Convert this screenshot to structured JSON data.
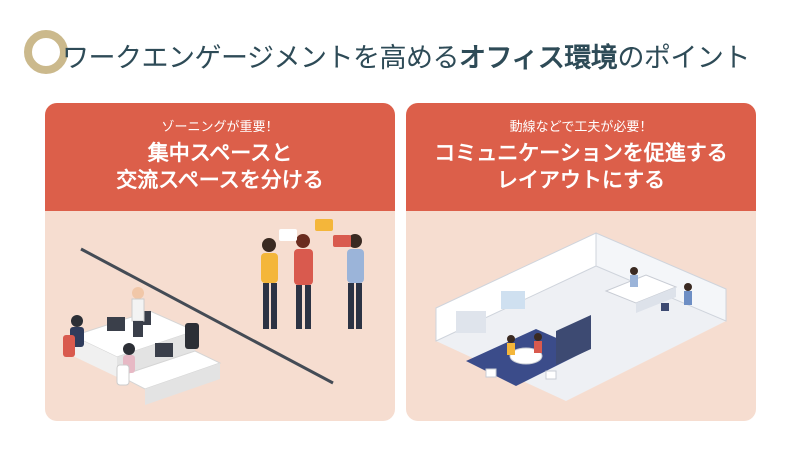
{
  "header": {
    "title_light": "ワークエンゲージメントを高める",
    "title_bold": "オフィス環境",
    "title_tail": "のポイント"
  },
  "cards": [
    {
      "subtitle": "ゾーニングが重要！",
      "line1": "集中スペースと",
      "line2": "交流スペースを分ける"
    },
    {
      "subtitle": "動線などで工夫が必要！",
      "line1": "コミュニケーションを促進する",
      "line2": "レイアウトにする"
    }
  ],
  "colors": {
    "accent": "#dc5f4a",
    "card_bg": "#f6ddd0",
    "title": "#2e4b57",
    "ring": "#cbb98c"
  }
}
